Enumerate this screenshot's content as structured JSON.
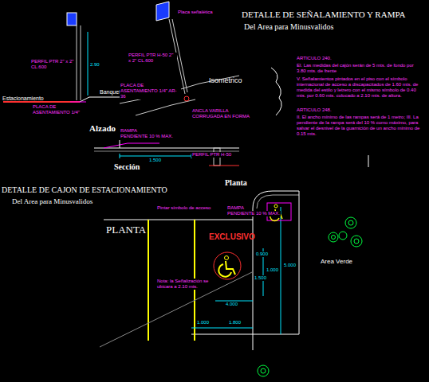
{
  "diagram": {
    "title": "DETALLE DE SEÑALAMIENTO Y RAMPA",
    "labels": [
      "Del Area para Minusvalidos",
      "Isometrico",
      "Alzado",
      "Sección",
      "Planta",
      "DETALLE DE CAJON DE ESTACIONAMIENTO",
      "Del Area para Minusvalidos",
      "PLANTA",
      "EXCLUSIVO",
      "Area Verde",
      "Estacionamiento",
      "Banqueta",
      "PERFIL PTR 2\" x 2\" CL.600",
      "PLACA DE ASENTAMIENTO 1/4\"",
      "PERFIL PTR H-50 2\" x 2\" CL.600",
      "PLACA DE ASENTAMIENTO 1/4\" AR-36",
      "ANCLA VARILLA CORRUGADA EN FORMA",
      "Placa señalética",
      "ARTICULO 240.",
      "El. Las medidas del cajón serán de 5 mts. de fondo por 3.80 mts. de frente",
      "V. Señalamientos pintados en el piso con el símbolo internacional de acceso a discapacitados de 1.60 mts. de medida del estilo y letrero con el mismo símbolo de 0.40 mts. por 0.60 mts. colocado a 2.10 mts. de altura.",
      "ARTICULO 248.",
      "II. El ancho mínimo de las rampas será de 1 metro; III. La pendiente de la rampa será del 10 % como máximo, para salvar el desnivel de la guarnición de un ancho mínimo de 0.15 mts.",
      "RAMPA",
      "PENDIENTE 10 % MAX.",
      "1.500",
      "2.90",
      "PERFIL PTR H-50",
      "RAMPA",
      "PENDIENTE 10 % MAX.",
      "Pintar símbolo de acceso",
      "Nota: la Señalización se ubicara a 2.10 mts.",
      "0.900",
      "1.000",
      "1.500",
      "4.000",
      "1.000",
      "1.800",
      "5.000"
    ]
  }
}
